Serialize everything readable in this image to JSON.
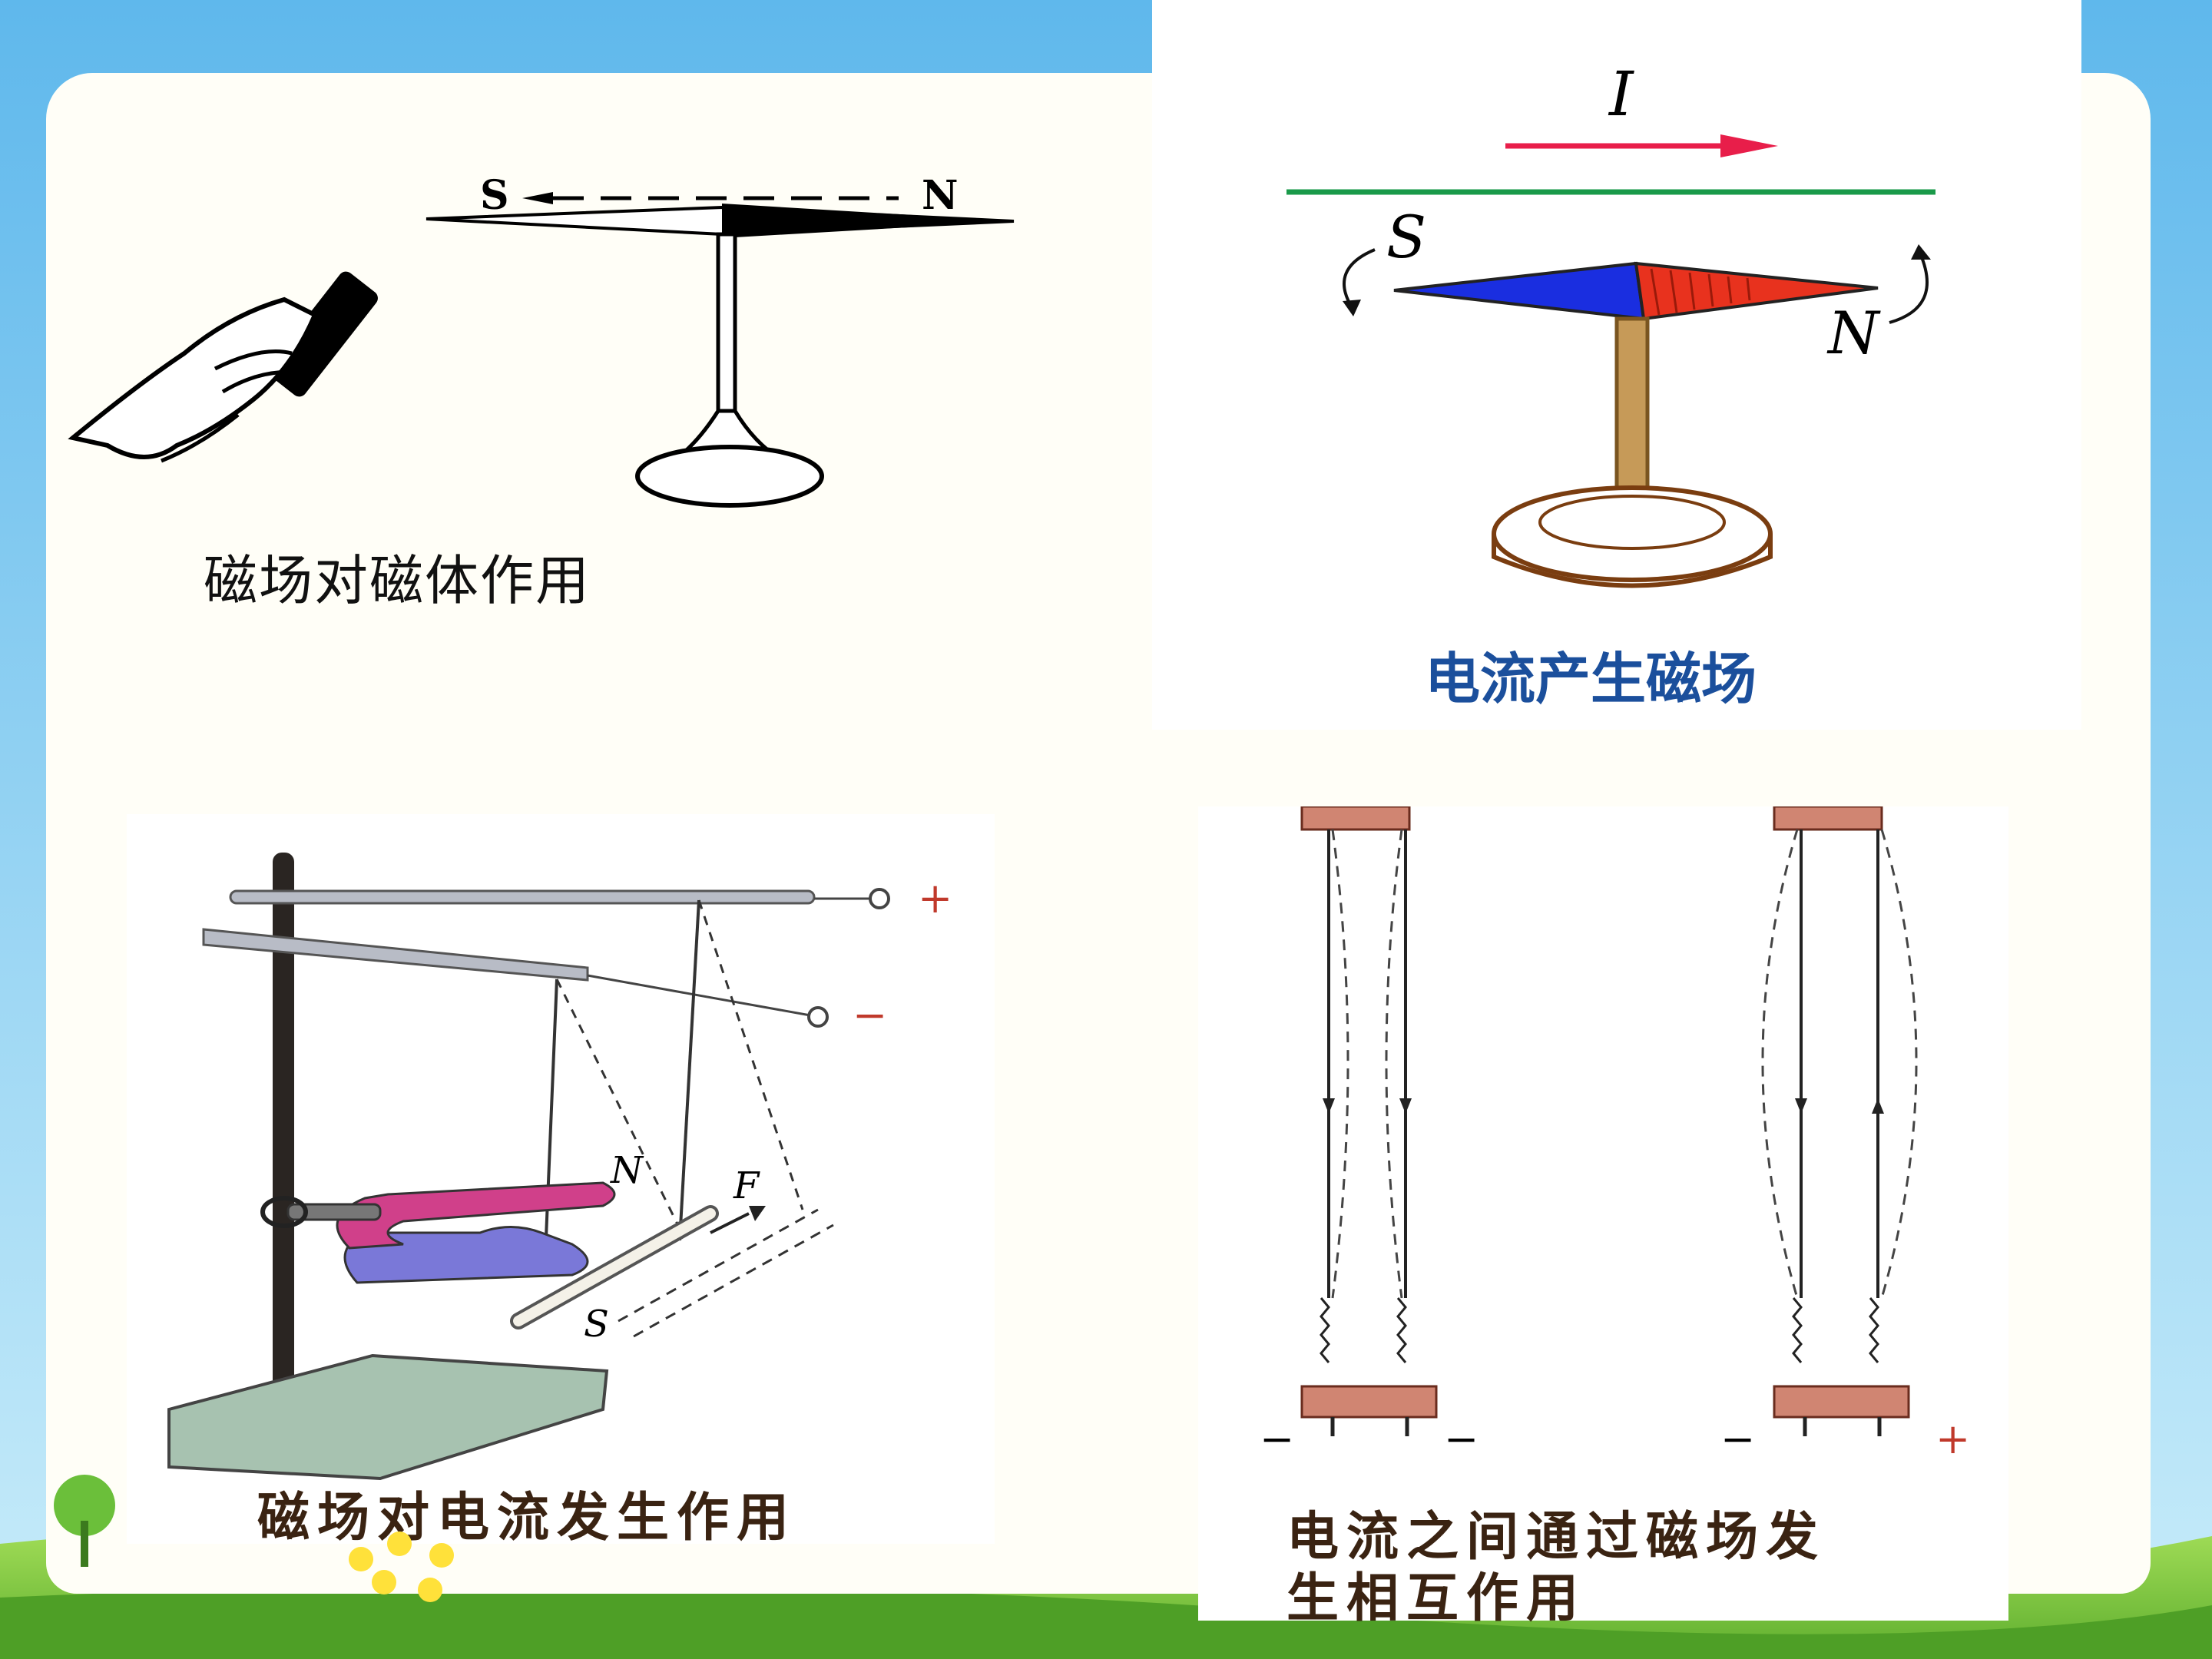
{
  "panels": {
    "magnet_on_magnet": {
      "caption": "磁场对磁体作用",
      "pole_s": "S",
      "pole_n": "N"
    },
    "current_magnetic_field": {
      "caption": "电流产生磁场",
      "current_label": "I",
      "pole_s": "S",
      "pole_n": "N"
    },
    "field_on_current": {
      "caption": "磁场对电流发生作用",
      "plus": "+",
      "minus": "−",
      "pole_n": "N",
      "pole_s": "S",
      "force": "F"
    },
    "currents_interaction": {
      "caption_line1": "电流之间通过磁场发",
      "caption_line2": "生相互作用",
      "left_minus_a": "−",
      "left_minus_b": "−",
      "right_minus": "−",
      "right_plus": "+"
    }
  },
  "colors": {
    "sky": "#7ec9f0",
    "grass": "#8fd14f",
    "compass_blue": "#1a2ee0",
    "compass_red": "#e8321e",
    "wire_green": "#1a9a4a",
    "arrow_red": "#e81e4a",
    "magnet_pink": "#d0408a",
    "magnet_violet": "#7a78d8"
  }
}
